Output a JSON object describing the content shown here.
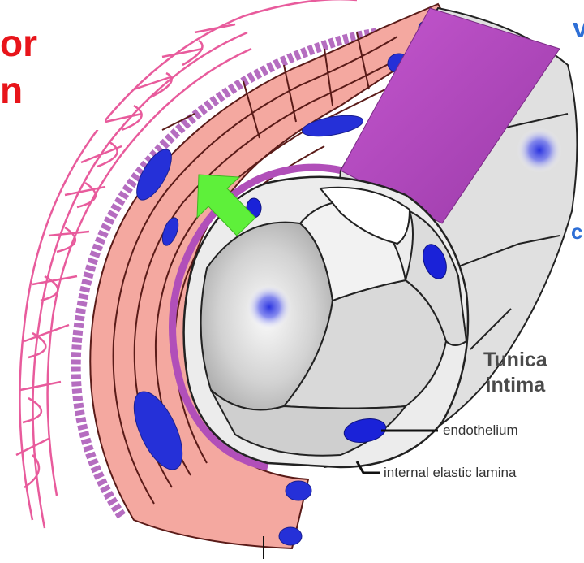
{
  "partial_text": {
    "top_left_line1": "or",
    "top_left_line2": "n",
    "right_edge_1": "v",
    "right_edge_2": "c"
  },
  "labels": {
    "layer_title_line1": "Tunica",
    "layer_title_line2": "intima",
    "endothelium": "endothelium",
    "internal_elastic_lamina": "internal elastic lamina"
  },
  "colors": {
    "adventitia_pink": "#e43f8b",
    "media_smooth_muscle": "#f4a8a0",
    "elastic_lamina": "#b14fb9",
    "endothelium_cells": "#d9d9d9",
    "nucleus": "#2530d8",
    "arrow": "#5ef03a",
    "title_red": "#e8141a"
  },
  "icons": [
    "arrow-icon"
  ]
}
